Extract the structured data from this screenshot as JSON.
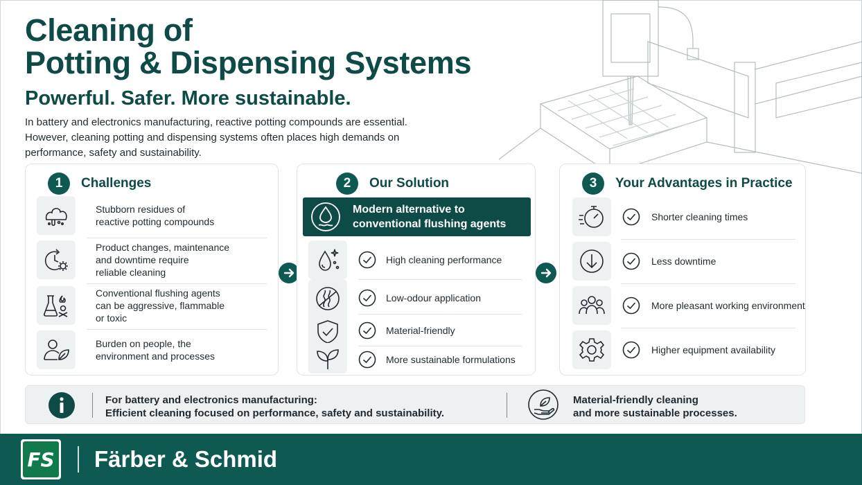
{
  "header": {
    "title_line1": "Cleaning of",
    "title_line2": "Potting & Dispensing Systems",
    "subtitle": "Powerful. Safer. More sustainable.",
    "intro_line1": "In battery and electronics manufacturing, reactive potting compounds are essential.",
    "intro_line2": "However, cleaning potting and dispensing systems often places high demands on",
    "intro_line3": "performance, safety and sustainability."
  },
  "challenges": {
    "number": "1",
    "title": "Challenges",
    "items": [
      {
        "icon": "residue-icon",
        "lines": [
          "Stubborn residues of",
          "reactive potting compounds"
        ]
      },
      {
        "icon": "clock-gear-icon",
        "lines": [
          "Product changes, maintenance",
          "and downtime require",
          "reliable cleaning"
        ]
      },
      {
        "icon": "hazard-flask-icon",
        "lines": [
          "Conventional flushing agents",
          "can be aggressive, flammable",
          "or toxic"
        ]
      },
      {
        "icon": "person-leaf-icon",
        "lines": [
          "Burden on people, the",
          "environment and processes"
        ]
      }
    ]
  },
  "solution": {
    "number": "2",
    "title": "Our Solution",
    "banner_line1": "Modern alternative to",
    "banner_line2": "conventional flushing agents",
    "items": [
      {
        "icon": "droplet-sparkle-icon",
        "label": "High cleaning performance"
      },
      {
        "icon": "no-odour-icon",
        "label": "Low-odour application"
      },
      {
        "icon": "shield-check-icon",
        "label": "Material-friendly"
      },
      {
        "icon": "sprout-icon",
        "label": "More sustainable formulations"
      }
    ]
  },
  "advantages": {
    "number": "3",
    "title": "Your Advantages in Practice",
    "items": [
      {
        "icon": "stopwatch-icon",
        "label": "Shorter cleaning times"
      },
      {
        "icon": "down-arrow-icon",
        "label": "Less downtime"
      },
      {
        "icon": "people-icon",
        "label": "More pleasant working environment"
      },
      {
        "icon": "gear-icon",
        "label": "Higher equipment availability"
      }
    ]
  },
  "info": {
    "line1": "For battery and electronics manufacturing:",
    "line2": "Efficient cleaning focused on performance, safety and sustainability.",
    "right_line1": "Material-friendly cleaning",
    "right_line2": "and more sustainable processes."
  },
  "footer": {
    "logo_text": "FS",
    "brand": "Färber & Schmid"
  },
  "colors": {
    "primary": "#0e4a46",
    "accent": "#0e5a52",
    "logo_green": "#117a4a",
    "panel_bg": "#eef1f2"
  }
}
